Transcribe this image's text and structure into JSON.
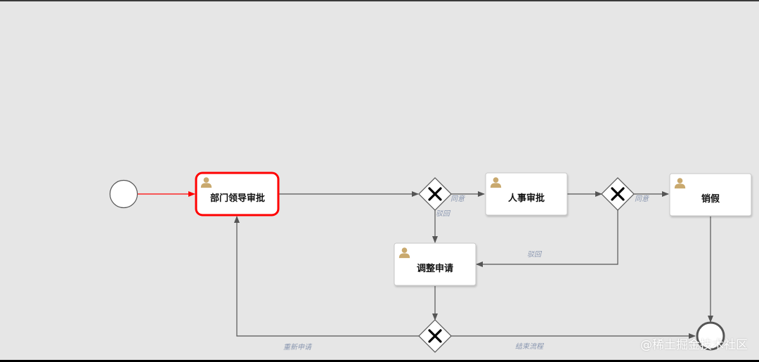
{
  "tasks": {
    "dept_approval": "部门领导审批",
    "hr_approval": "人事审批",
    "adjust_request": "调整申请",
    "cancel_leave": "销假"
  },
  "flows": {
    "agree_1": "同意",
    "reject_1": "驳回",
    "agree_2": "同意",
    "reject_2": "驳回",
    "resubmit": "重新申请",
    "end_flow": "结束流程"
  },
  "watermark": "@稀土掘金技术社区",
  "colors": {
    "background": "#e6e6e6",
    "active_task_border": "#ff0000",
    "connector": "#555555",
    "active_flow": "#ff0000",
    "user_icon": "#c9a96e"
  },
  "icons": [
    "user-icon",
    "exclusive-gateway-icon"
  ]
}
